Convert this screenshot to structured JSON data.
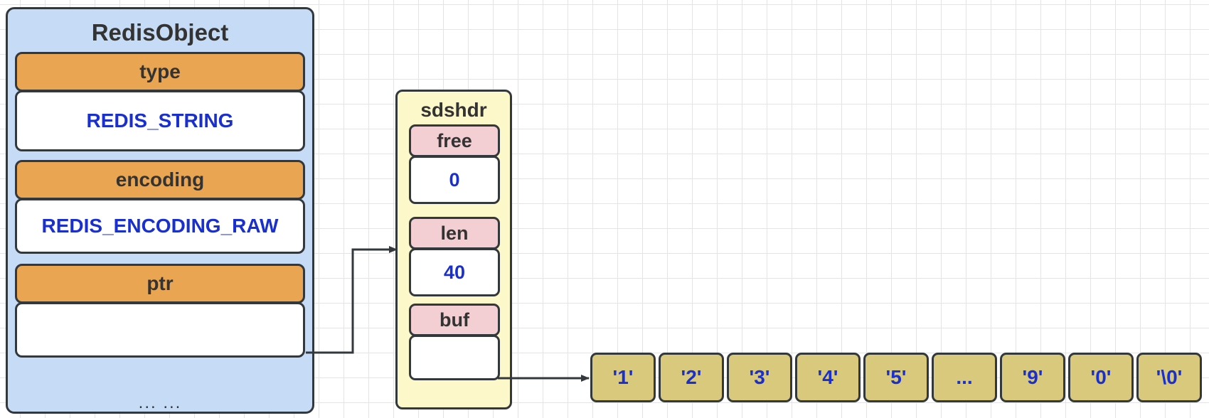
{
  "redis_object": {
    "title": "RedisObject",
    "fields": [
      {
        "label": "type",
        "value": "REDIS_STRING"
      },
      {
        "label": "encoding",
        "value": "REDIS_ENCODING_RAW"
      },
      {
        "label": "ptr",
        "value": ""
      }
    ],
    "ellipsis": "... ..."
  },
  "sdshdr": {
    "title": "sdshdr",
    "fields": [
      {
        "label": "free",
        "value": "0"
      },
      {
        "label": "len",
        "value": "40"
      },
      {
        "label": "buf",
        "value": ""
      }
    ]
  },
  "buffer": [
    "'1'",
    "'2'",
    "'3'",
    "'4'",
    "'5'",
    "...",
    "'9'",
    "'0'",
    "'\\0'"
  ],
  "colors": {
    "redis_object_fill": "#c6dcf6",
    "field_label_fill": "#e9a552",
    "sdshdr_fill": "#fdf8c9",
    "sds_label_fill": "#f3ced2",
    "buffer_fill": "#d8c97c",
    "value_text": "#1a2fd0",
    "border": "#33383d"
  }
}
